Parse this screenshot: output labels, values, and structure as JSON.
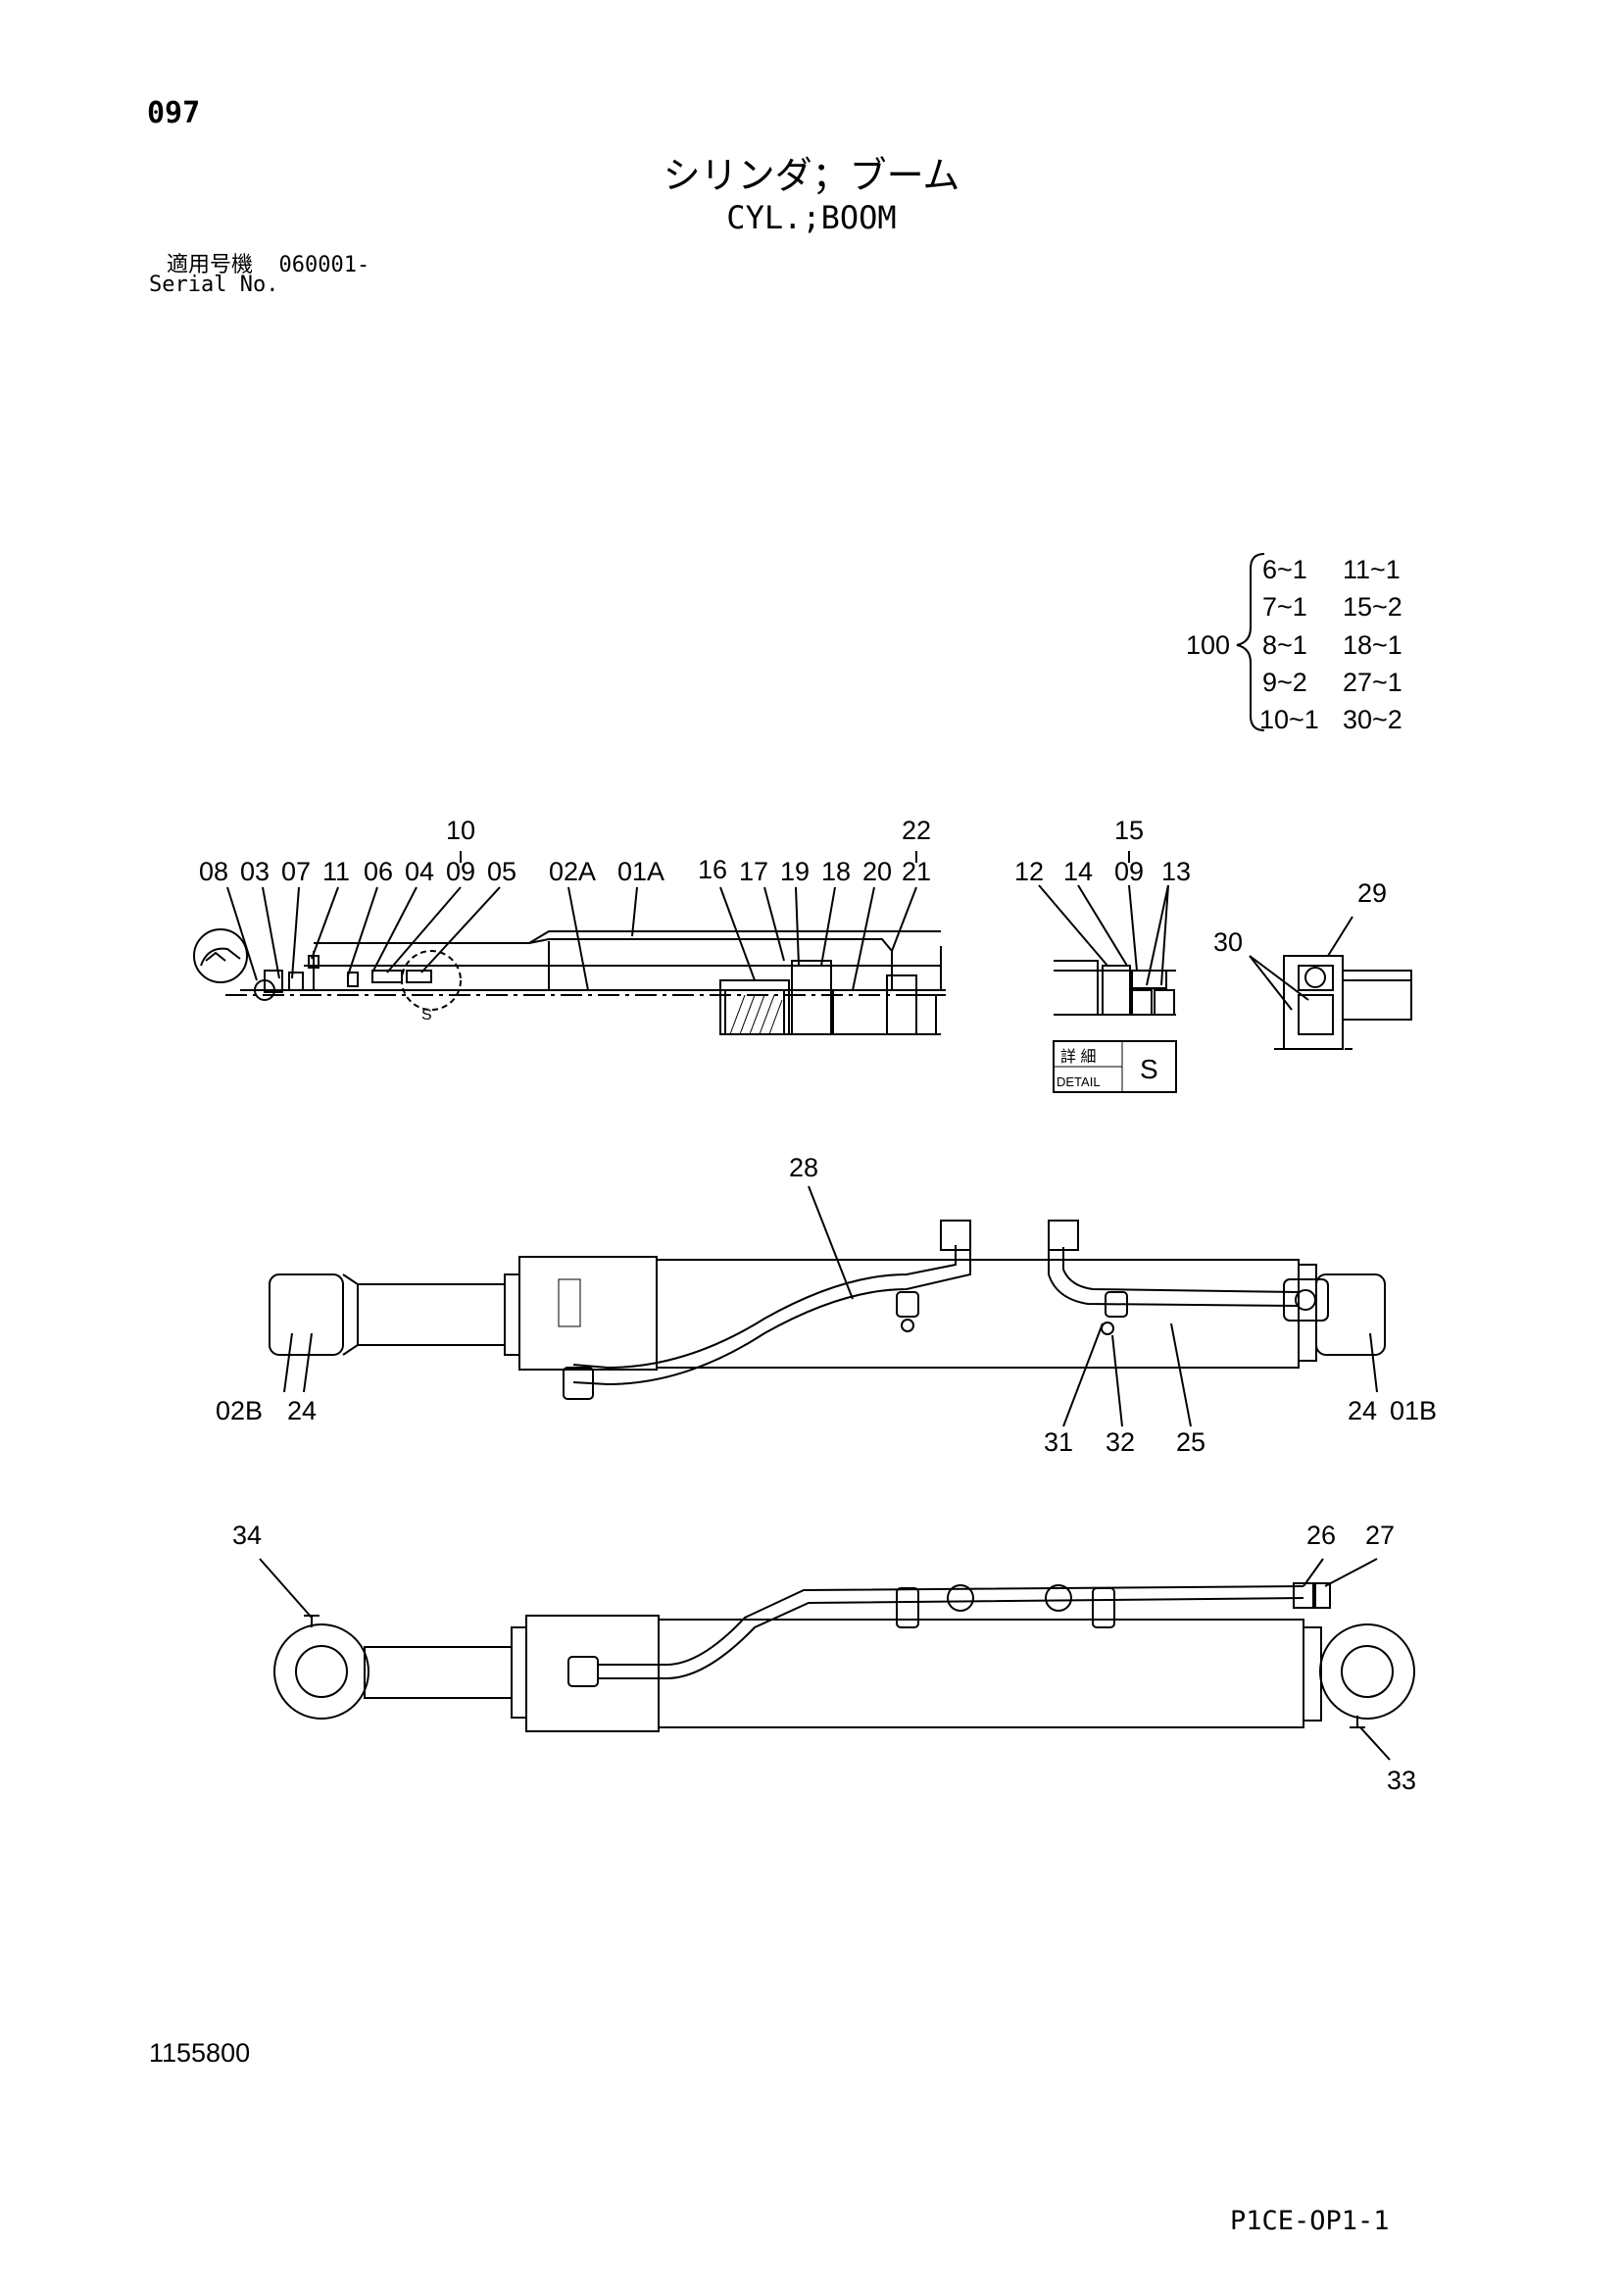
{
  "header": {
    "page_number": "097",
    "title_jp": "シリンダ；ブーム",
    "title_en": "CYL.;BOOM",
    "serial_label_jp": "適用号機",
    "serial_value": "060001-",
    "serial_label_en": "Serial No."
  },
  "kit": {
    "number": "100",
    "rows": [
      {
        "a": "6~1",
        "b": "11~1"
      },
      {
        "a": "7~1",
        "b": "15~2"
      },
      {
        "a": "8~1",
        "b": "18~1"
      },
      {
        "a": "9~2",
        "b": "27~1"
      },
      {
        "a": "10~1",
        "b": "30~2"
      }
    ]
  },
  "section_view": {
    "labels_upper": [
      "10",
      "22"
    ],
    "labels": [
      "08",
      "03",
      "07",
      "11",
      "06",
      "04",
      "09",
      "05",
      "02A",
      "01A",
      "16",
      "17",
      "19",
      "18",
      "20",
      "21"
    ],
    "detail_mark": "S"
  },
  "detail_s": {
    "labels_upper": [
      "15"
    ],
    "labels": [
      "12",
      "14",
      "09",
      "13"
    ],
    "box_jp": "詳 細",
    "box_en": "DETAIL",
    "box_letter": "S"
  },
  "side_detail": {
    "labels": [
      "29",
      "30"
    ]
  },
  "side_view": {
    "labels": [
      "28",
      "02B",
      "24",
      "31",
      "32",
      "25",
      "24",
      "01B"
    ]
  },
  "top_view": {
    "labels": [
      "34",
      "26",
      "27",
      "33"
    ]
  },
  "footer": {
    "doc_number": "1155800",
    "code": "P1CE-OP1-1"
  }
}
